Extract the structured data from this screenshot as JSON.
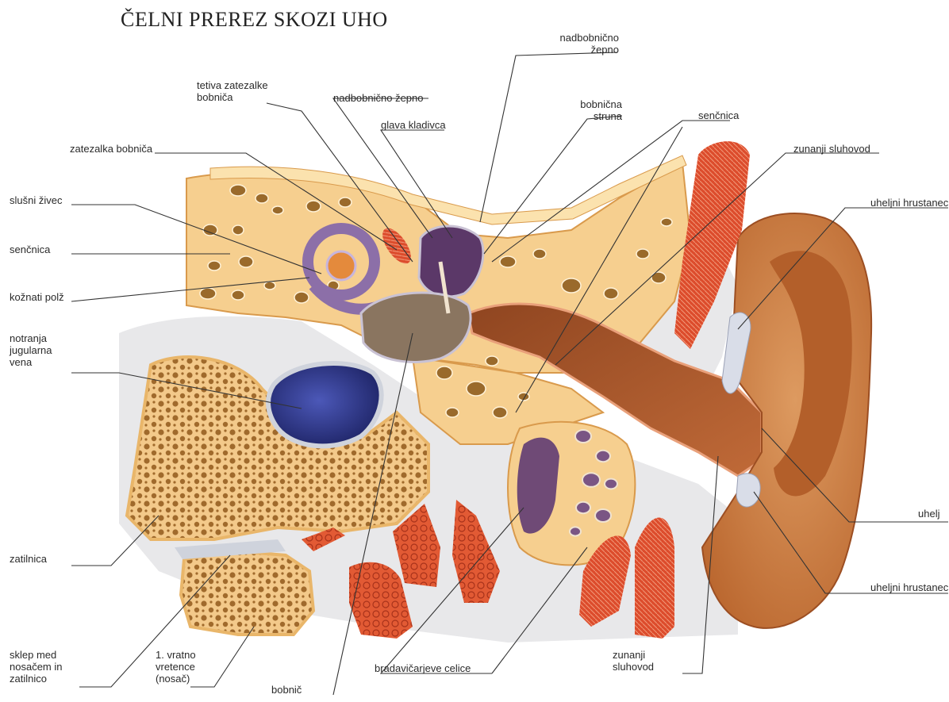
{
  "title": "ČELNI PREREZ SKOZI UHO",
  "colors": {
    "bone": "#f6cf8f",
    "bone_dark": "#e9b66a",
    "cavity": "#9a6a2b",
    "canal": "#a9552a",
    "auricle": "#c8793f",
    "auricle_light": "#e4a36b",
    "muscle": "#d9492a",
    "membrane": "#e8e8ea",
    "cochlea": "#8c6fa8",
    "vein": "#2a3382",
    "ossicle": "#5b3868",
    "eardrum": "#8a7560",
    "leader": "#333333"
  },
  "labels": {
    "nadbobnicno_zepno_top": [
      "nadbobnično",
      "žepno"
    ],
    "tetiva_zatezalke": [
      "tetiva zatezalke",
      "bobniča"
    ],
    "nadbobnicno_zepno": [
      "nadbobnično žepno"
    ],
    "bobnicna_struna": [
      "bobnična",
      "struna"
    ],
    "glava_kladivca": [
      "glava kladivca"
    ],
    "sencnica_right": [
      "senčnica"
    ],
    "zatezalka_bobnica": [
      "zatezalka bobniča"
    ],
    "zunanji_sluhovod_top": [
      "zunanji sluhovod"
    ],
    "slusni_zivec": [
      "slušni živec"
    ],
    "uheljni_hrustanec_top": [
      "uheljni hrustanec"
    ],
    "sencnica_left": [
      "senčnica"
    ],
    "koznati_polz": [
      "kožnati polž"
    ],
    "notranja_jugularna_vena": [
      "notranja",
      "jugularna",
      "vena"
    ],
    "uhelj": [
      "uhelj"
    ],
    "zatilnica": [
      "zatilnica"
    ],
    "uheljni_hrustanec_bottom": [
      "uheljni hrustanec"
    ],
    "sklep": [
      "sklep med",
      "nosačem in",
      "zatilnico"
    ],
    "vratno_vretence": [
      "1. vratno",
      "vretence",
      "(nosač)"
    ],
    "bradavicarjeve_celice": [
      "bradavičarjeve celice"
    ],
    "zunanji_sluhovod_bottom": [
      "zunanji",
      "sluhovod"
    ],
    "bobnic": [
      "bobnič"
    ]
  }
}
